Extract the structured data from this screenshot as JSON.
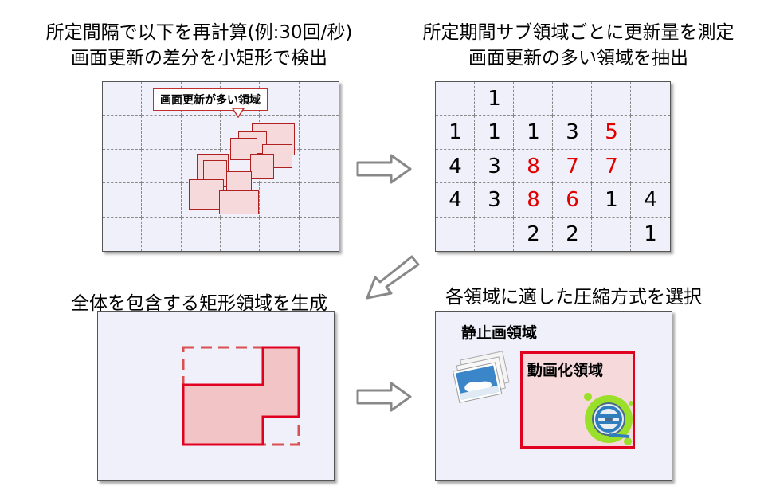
{
  "step1": {
    "caption_line1": "所定間隔で以下を再計算(例:30回/秒)",
    "caption_line2": "画面更新の差分を小矩形で検出",
    "callout": "画面更新が多い領域"
  },
  "step2": {
    "caption_line1": "所定期間サブ領域ごとに更新量を測定",
    "caption_line2": "画面更新の多い領域を抽出",
    "grid": [
      [
        "",
        "1",
        "",
        "",
        "",
        ""
      ],
      [
        "1",
        "1",
        "1",
        "3",
        "5",
        ""
      ],
      [
        "4",
        "3",
        "8",
        "7",
        "7",
        ""
      ],
      [
        "4",
        "3",
        "8",
        "6",
        "1",
        "4"
      ],
      [
        "",
        "",
        "2",
        "2",
        "",
        "1"
      ]
    ],
    "hot_cells": [
      [
        1,
        4
      ],
      [
        2,
        2
      ],
      [
        2,
        3
      ],
      [
        2,
        4
      ],
      [
        3,
        2
      ],
      [
        3,
        3
      ]
    ]
  },
  "step3": {
    "caption": "全体を包含する矩形領域を生成"
  },
  "step4": {
    "caption": "各領域に適した圧縮方式を選択",
    "still_label": "静止画領域",
    "video_label": "動画化領域"
  },
  "colors": {
    "panel_bg": "#f0f0fa",
    "rect_fill": "#f6d9da",
    "rect_border": "#b02020",
    "hot_number": "#e00000",
    "video_border": "#e00020",
    "merged_fill": "#f2c4c6"
  },
  "icons": [
    "photo-stack-icon",
    "film-reel-icon",
    "right-arrow-icon",
    "down-left-arrow-icon"
  ]
}
